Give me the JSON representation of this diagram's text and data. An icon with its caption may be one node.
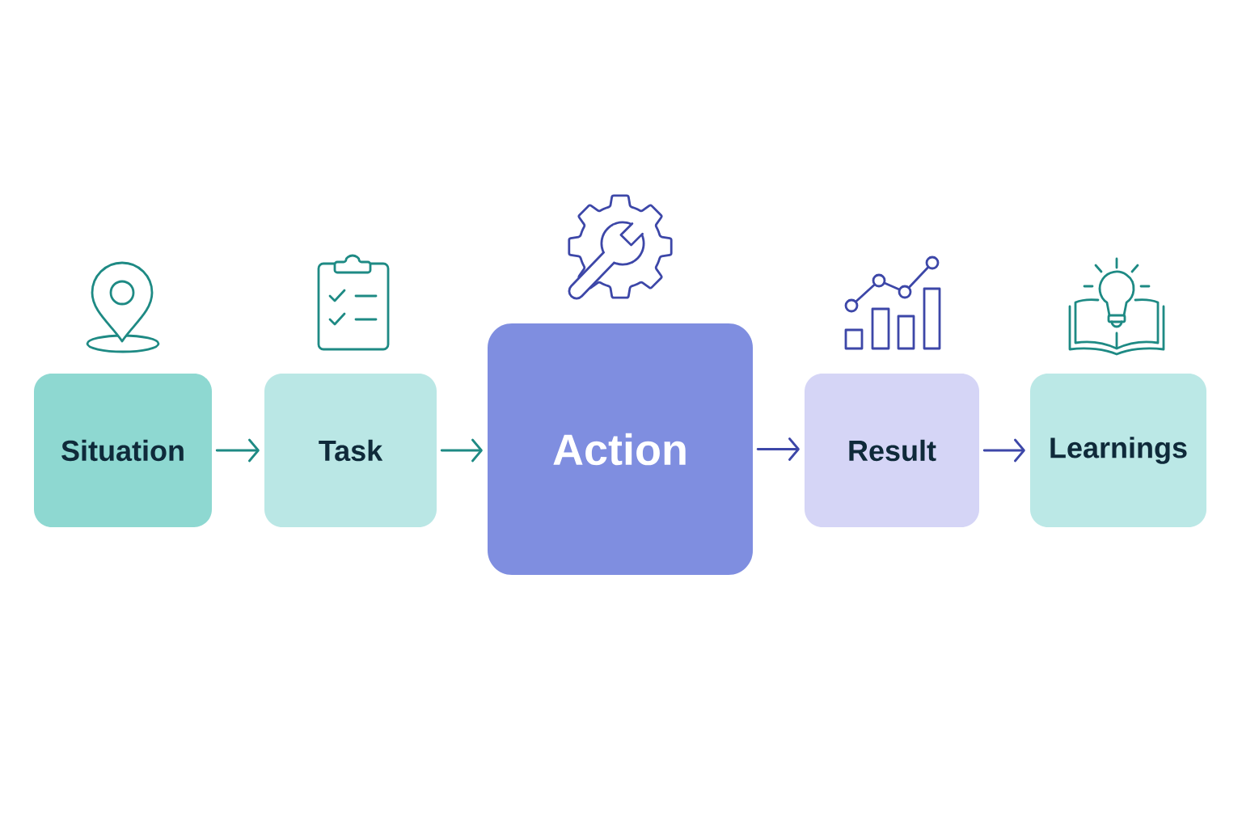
{
  "diagram": {
    "nodes": [
      {
        "text": [
          "Situation"
        ]
      },
      {
        "text": [
          "Task"
        ]
      },
      {
        "text": [
          "Action"
        ]
      },
      {
        "text": [
          "Result"
        ]
      },
      {
        "text": [
          "Learnings"
        ]
      }
    ],
    "edges": [
      {
        "from": 0,
        "to": 1,
        "arrow": "to",
        "color": "#1e8a84"
      },
      {
        "from": 1,
        "to": 2,
        "arrow": "to",
        "color": "#1e8a84"
      },
      {
        "from": 2,
        "to": 3,
        "arrow": "to",
        "color": "#3d47a8"
      },
      {
        "from": 3,
        "to": 4,
        "arrow": "to",
        "color": "#3d47a8"
      }
    ]
  }
}
